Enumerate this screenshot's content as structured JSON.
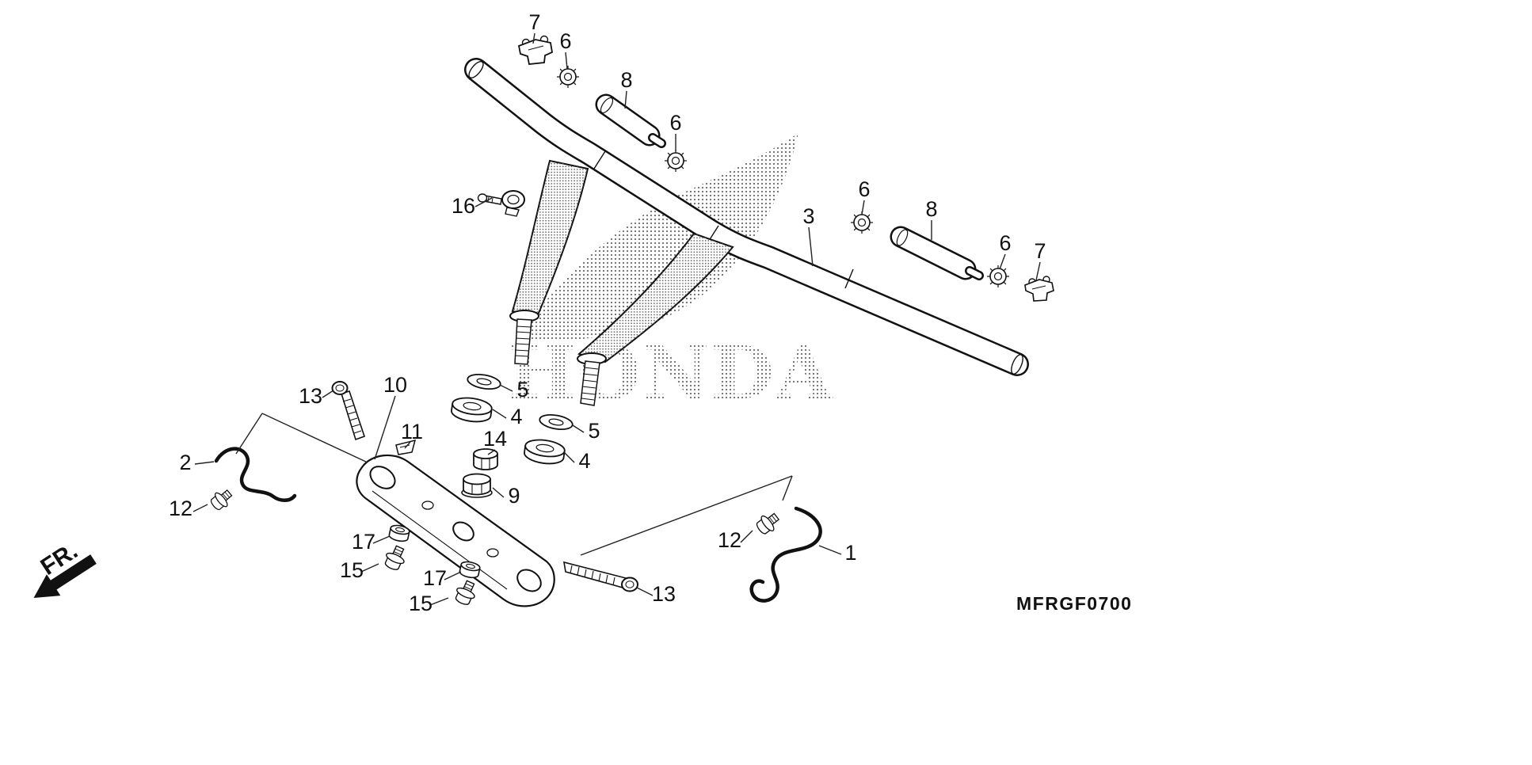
{
  "diagram": {
    "code": "MFRGF0700",
    "direction_indicator": "FR.",
    "watermark": "HONDA",
    "callouts": [
      {
        "text": "7"
      },
      {
        "text": "6"
      },
      {
        "text": "8"
      },
      {
        "text": "6"
      },
      {
        "text": "16"
      },
      {
        "text": "3"
      },
      {
        "text": "6"
      },
      {
        "text": "8"
      },
      {
        "text": "6"
      },
      {
        "text": "7"
      },
      {
        "text": "13"
      },
      {
        "text": "10"
      },
      {
        "text": "11"
      },
      {
        "text": "5"
      },
      {
        "text": "4"
      },
      {
        "text": "14"
      },
      {
        "text": "5"
      },
      {
        "text": "4"
      },
      {
        "text": "9"
      },
      {
        "text": "2"
      },
      {
        "text": "12"
      },
      {
        "text": "17"
      },
      {
        "text": "15"
      },
      {
        "text": "17"
      },
      {
        "text": "15"
      },
      {
        "text": "12"
      },
      {
        "text": "1"
      },
      {
        "text": "13"
      }
    ]
  }
}
